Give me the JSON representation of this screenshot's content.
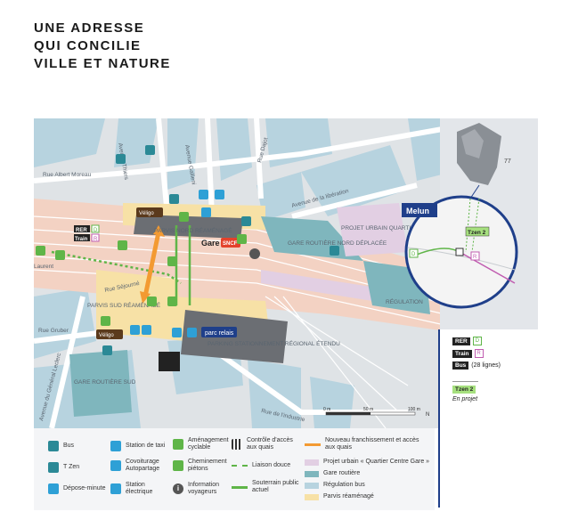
{
  "title": {
    "line1": "UNE ADRESSE",
    "line2": "QUI CONCILIE",
    "line3": "VILLE ET NATURE"
  },
  "map": {
    "streets": {
      "albert_moreau": "Rue Albert Moreau",
      "thiers": "Avenue Thiers",
      "gallieni": "Avenue Gallieni",
      "dajot": "Rue Dajot",
      "liberation": "Avenue de la libération",
      "saint_liesne": "Rue Séjourné",
      "gruber": "Rue Gruber",
      "general_leclerc": "Avenue du Général Leclerc",
      "industrie": "Rue de l'industrie",
      "laurent": "Laurent"
    },
    "places": {
      "parvis_nord": "PARVIS NORD RÉAMÉNAGÉ",
      "gare": "Gare",
      "sncf": "SNCF",
      "gare_routiere_nord": "GARE ROUTIÈRE NORD DÉPLACÉE",
      "projet_urbain": "PROJET URBAIN QUARTIER CENTRE GARE",
      "regulation": "RÉGULATION",
      "parvis_sud": "PARVIS SUD RÉAMÉNAGÉ",
      "parking": "PARKING STATIONNEMENT RÉGIONAL ÉTENDU",
      "gare_routiere_sud": "GARE ROUTIÈRE SUD",
      "veligo": "Véligo",
      "parc_relais": "parc relais",
      "rer": "RER",
      "train": "Train",
      "rer_letter": "D",
      "train_letter": "R"
    },
    "scale": {
      "zero": "0 m",
      "mid": "50 m",
      "end": "100 m"
    }
  },
  "inset": {
    "city": "Melun",
    "dept": "77",
    "tzen": "Tzen 2",
    "rer_letter": "D",
    "train_letter": "R"
  },
  "right_legend": {
    "rer": "RER",
    "rer_letter": "D",
    "train": "Train",
    "train_letter": "R",
    "bus": "Bus",
    "bus_count": "(28 lignes)",
    "tzen": "Tzen 2",
    "tzen_note": "En projet"
  },
  "legend": {
    "col1": [
      "Bus",
      "T Zen",
      "Dépose-minute"
    ],
    "col2": [
      "Station de taxi",
      "Covoiturage Autopartage",
      "Station électrique"
    ],
    "col3": [
      "Aménagement cyclable",
      "Cheminement piétons",
      "Information voyageurs"
    ],
    "col4": [
      "Contrôle d'accès aux quais",
      "Liaison douce",
      "Souterrain public actuel"
    ],
    "col5": [
      "Nouveau franchissement et accès aux quais",
      "Projet urbain « Quartier Centre Gare »",
      "Gare routière",
      "Régulation bus",
      "Parvis réaménagé"
    ]
  },
  "colors": {
    "water_block": "#b7d3df",
    "building": "#c9cdd2",
    "rail": "#f3d2c3",
    "parvis": "#f7e1a6",
    "projet": "#e2cfe3",
    "gare_routiere": "#7fb6bd",
    "accent_blue": "#1f3f8a",
    "green": "#5fb548",
    "orange": "#f39a32"
  }
}
